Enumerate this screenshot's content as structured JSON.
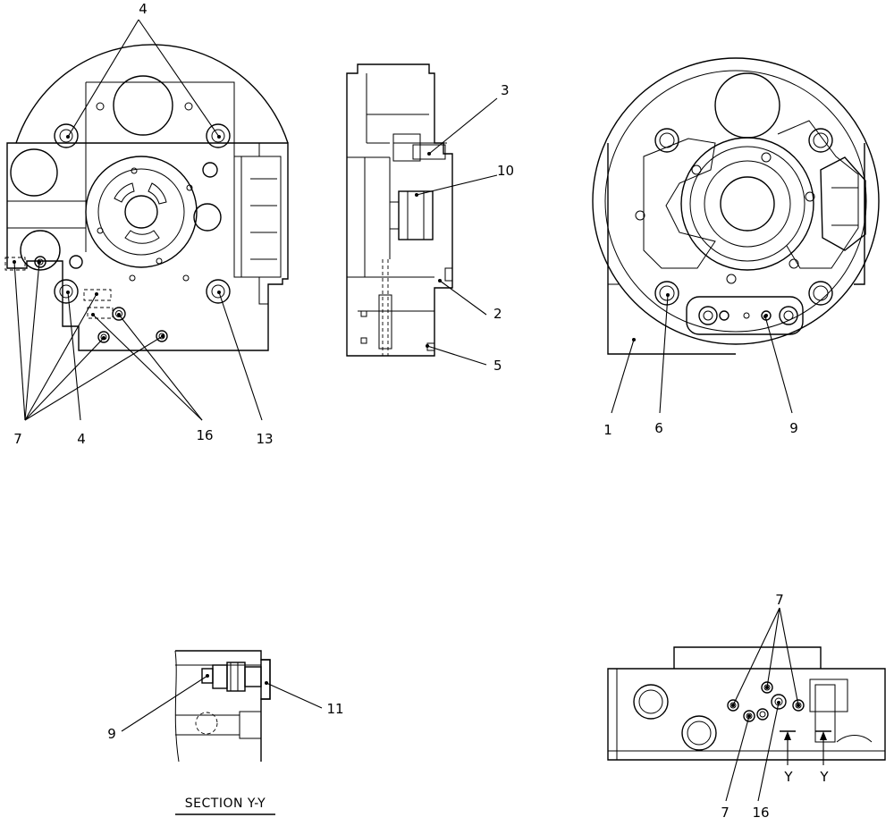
{
  "callouts": {
    "view1_top_4": "4",
    "view1_7": "7",
    "view1_4": "4",
    "view1_16": "16",
    "view1_13": "13",
    "view2_3": "3",
    "view2_10": "10",
    "view2_2": "2",
    "view2_5": "5",
    "view3_1": "1",
    "view3_6": "6",
    "view3_9": "9",
    "section_9": "9",
    "section_11": "11",
    "view4_7_top": "7",
    "view4_7_bottom": "7",
    "view4_16": "16",
    "view4_y_left": "Y",
    "view4_y_right": "Y"
  },
  "section_title": "SECTION  Y-Y"
}
